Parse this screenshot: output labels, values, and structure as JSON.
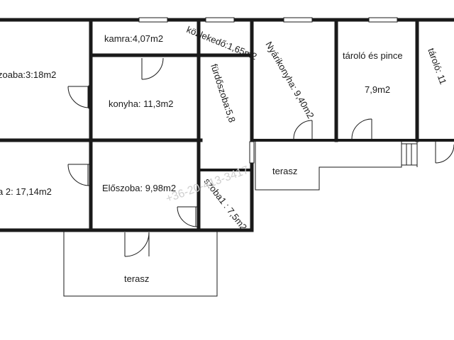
{
  "rooms": {
    "szoba_3": "zoaba:3:18m2",
    "kamra": "kamra:4,07m2",
    "kozlekedo": "közlekedő:1,65m2",
    "nyarikonyha": "Nyárikonyha: 9,40m2",
    "tarolo_pince_name": "tároló és pince",
    "tarolo_pince_area": "7,9m2",
    "tarolo": "tároló: 11",
    "konyha": "konyha: 11,3m2",
    "furdoszoba": "fürdőszoba:5,8",
    "szoba_2": "a 2: 17,14m2",
    "eloszoba": "Előszoba: 9,98m2",
    "terasz_east": "terasz",
    "szoba_1": "szoba1 : 7,5m2",
    "terasz_south": "terasz"
  },
  "watermark": "+36-20-413-3417"
}
